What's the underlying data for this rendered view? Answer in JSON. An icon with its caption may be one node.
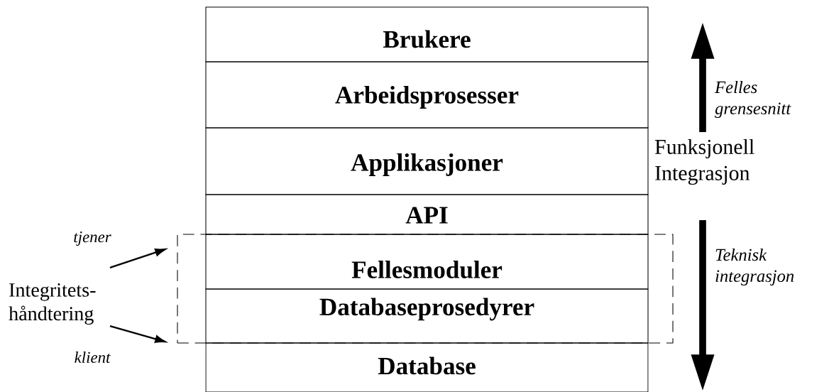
{
  "diagram": {
    "nodes": [
      {
        "text": [
          "Brukere"
        ]
      },
      {
        "text": [
          "Arbeidsprosesser"
        ]
      },
      {
        "text": [
          "Applikasjoner"
        ]
      },
      {
        "text": [
          "API"
        ]
      },
      {
        "text": [],
        "shape": "box"
      },
      {
        "text": [
          "Fellesmoduler"
        ],
        "in": 4
      },
      {
        "text": [
          "Databaseprosedyrer"
        ],
        "in": 4
      },
      {
        "text": [
          "Database"
        ]
      },
      {
        "text": [
          "Integritets- håndtering"
        ]
      }
    ],
    "edges": [
      {
        "from": 8,
        "to": 4,
        "arrow": "to",
        "label": "tjener"
      },
      {
        "from": 8,
        "to": 4,
        "arrow": "to",
        "label": "klient"
      }
    ],
    "labels": [
      "Felles grensesnitt",
      "Funksjonell Integrasjon",
      "Teknisk integrasjon"
    ]
  }
}
